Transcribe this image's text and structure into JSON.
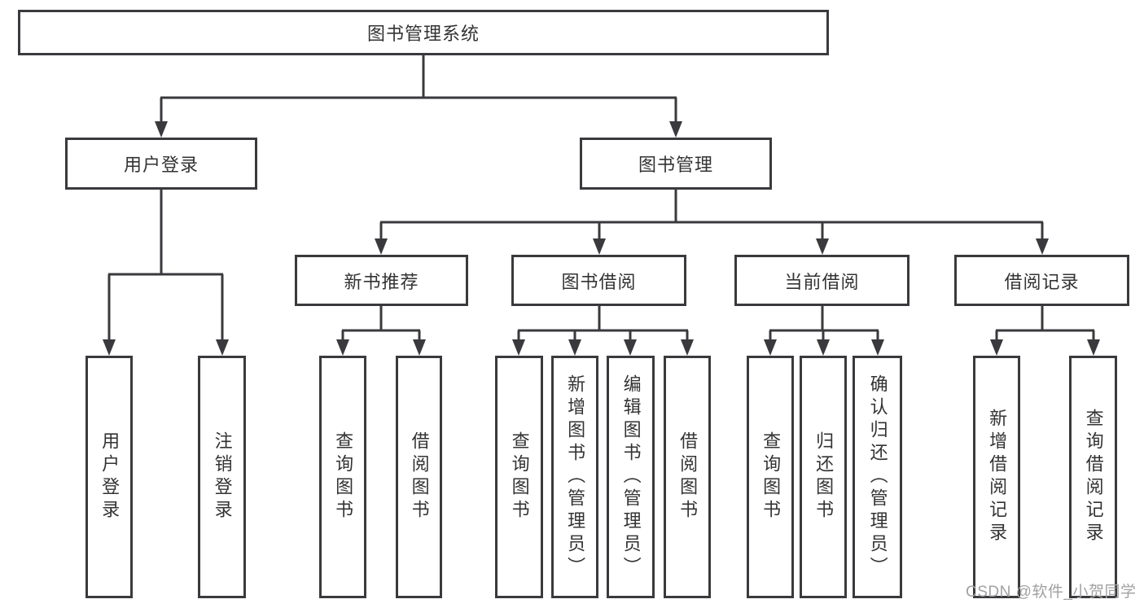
{
  "nodes": {
    "root": "图书管理系统",
    "user_login": "用户登录",
    "book_management": "图书管理",
    "new_book_recommend": "新书推荐",
    "book_borrow": "图书借阅",
    "current_borrow": "当前借阅",
    "borrow_records": "借阅记录",
    "login_children": [
      "用户登录",
      "注销登录"
    ],
    "recommend_children": [
      "查询图书",
      "借阅图书"
    ],
    "borrow_children": [
      "查询图书",
      "新增图书（管理员）",
      "编辑图书（管理员）",
      "借阅图书"
    ],
    "current_children": [
      "查询图书",
      "归还图书",
      "确认归还（管理员）"
    ],
    "records_children": [
      "新增借阅记录",
      "查询借阅记录"
    ]
  },
  "watermark": "CSDN @软件_小贺同学",
  "colors": {
    "line": "#3a3a3e",
    "text": "#333333",
    "watermark": "#a2a1a1",
    "background": "#ffffff"
  }
}
